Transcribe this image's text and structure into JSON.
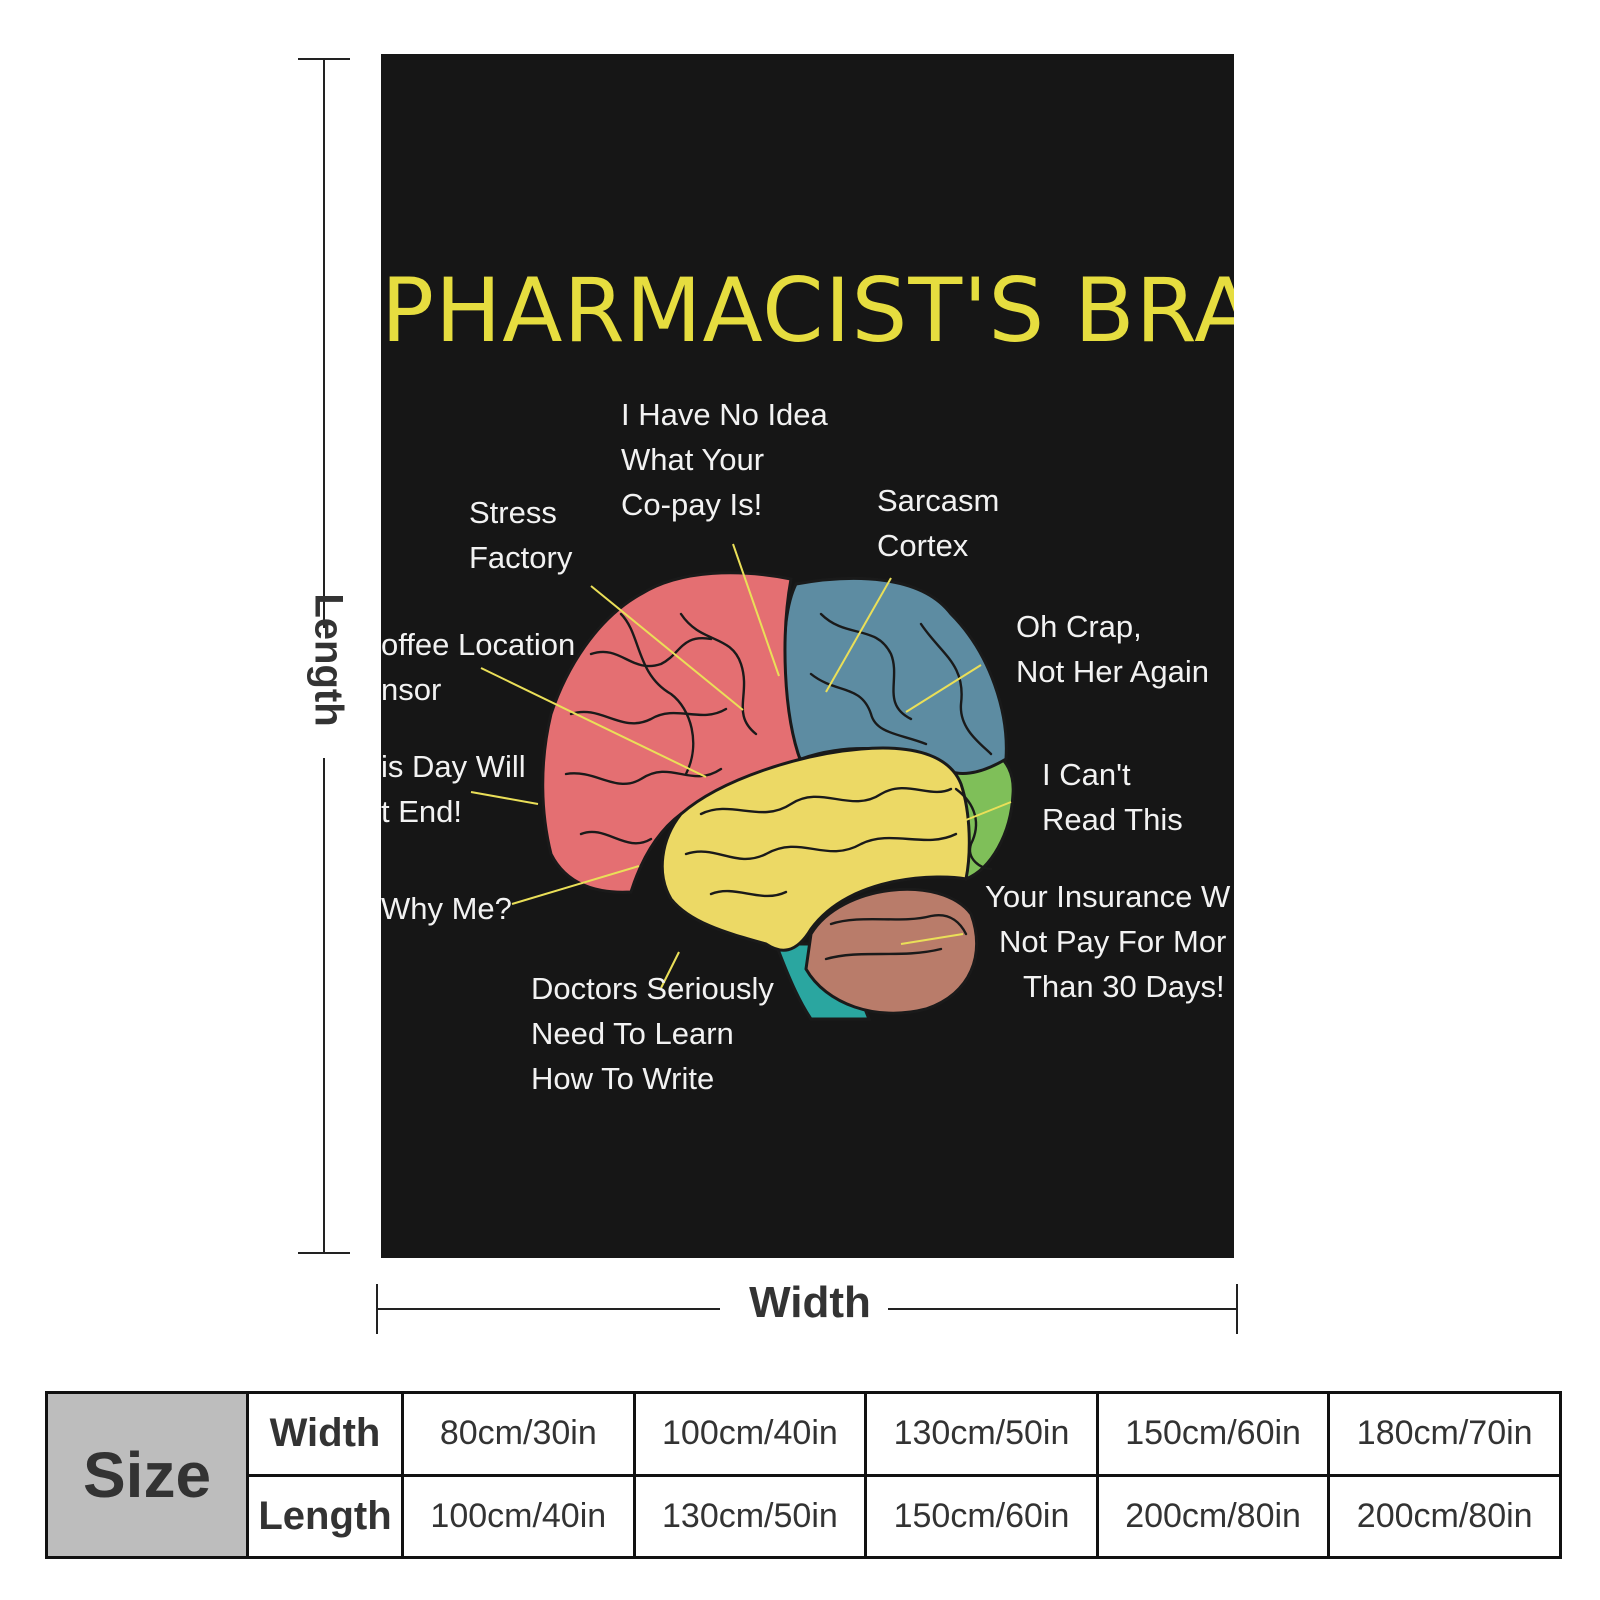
{
  "blanket": {
    "title": "PHARMACIST'S BRAIN",
    "labels": [
      {
        "id": "copay",
        "lines": [
          "I Have No Idea",
          "What Your",
          "Co-pay Is!"
        ]
      },
      {
        "id": "stress",
        "lines": [
          "Stress",
          "Factory"
        ]
      },
      {
        "id": "sarcasm",
        "lines": [
          "Sarcasm",
          "Cortex"
        ]
      },
      {
        "id": "coffee",
        "lines": [
          "offee Location",
          "nsor"
        ]
      },
      {
        "id": "ohcrap",
        "lines": [
          "Oh Crap,",
          "Not Her Again"
        ]
      },
      {
        "id": "dayend",
        "lines": [
          "is Day Will",
          "t End!"
        ]
      },
      {
        "id": "cantread",
        "lines": [
          "I Can't",
          "Read This"
        ]
      },
      {
        "id": "whyme",
        "lines": [
          "Why Me?"
        ]
      },
      {
        "id": "insurance",
        "lines": [
          "Your Insurance W",
          "Not Pay For Mor",
          "Than 30 Days!"
        ]
      },
      {
        "id": "doctors",
        "lines": [
          "Doctors Seriously",
          "Need To Learn",
          "How To Write"
        ]
      }
    ],
    "colors": {
      "background": "#161616",
      "title": "#e6dd3f",
      "frontal": "#e46f72",
      "parietal": "#5d8ca2",
      "temporal": "#ecd965",
      "occipital": "#7fbf59",
      "cerebellum": "#b97c6a",
      "brainstem": "#2aa6a0",
      "pointer": "#eadf58"
    }
  },
  "dimensions": {
    "length_label": "Length",
    "width_label": "Width"
  },
  "size_table": {
    "header": "Size",
    "rows": [
      {
        "label": "Width",
        "values": [
          "80cm/30in",
          "100cm/40in",
          "130cm/50in",
          "150cm/60in",
          "180cm/70in"
        ]
      },
      {
        "label": "Length",
        "values": [
          "100cm/40in",
          "130cm/50in",
          "150cm/60in",
          "200cm/80in",
          "200cm/80in"
        ]
      }
    ]
  }
}
